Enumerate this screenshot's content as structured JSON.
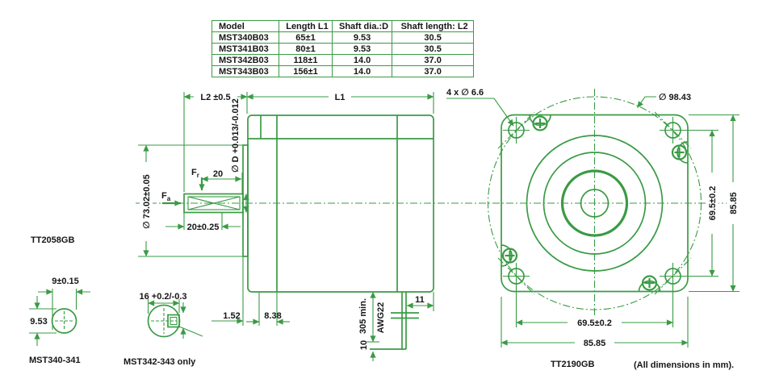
{
  "colors": {
    "line": "#3a9b45",
    "text": "#161616"
  },
  "table": {
    "headers": [
      "Model",
      "Length L1",
      "Shaft dia.:D",
      "Shaft length: L2"
    ],
    "rows": [
      [
        "MST340B03",
        "65±1",
        "9.53",
        "30.5"
      ],
      [
        "MST341B03",
        "80±1",
        "9.53",
        "30.5"
      ],
      [
        "MST342B03",
        "118±1",
        "14.0",
        "37.0"
      ],
      [
        "MST343B03",
        "156±1",
        "14.0",
        "37.0"
      ]
    ]
  },
  "side_view": {
    "code": "TT2058GB",
    "dim_l2": "L2 ±0.5",
    "dim_l1": "L1",
    "dim_body_dia": "∅ 73.02±0.05",
    "dim_shaft_dia": "∅ D +0.013/-0.012",
    "dim_flat_len": "20",
    "dim_shaft_len": "20±0.25",
    "force_radial": {
      "main": "F",
      "sub": "r"
    },
    "force_axial": {
      "main": "F",
      "sub": "a"
    },
    "dim_pilot": "1.52",
    "dim_flange": "8.38",
    "lead_length": "305 min.",
    "lead_gauge": "AWG22",
    "lead_strip": "10",
    "dim_lead_offset": "11"
  },
  "front_view": {
    "code": "TT2190GB",
    "note": "(All dimensions in mm).",
    "label_holes": "4 x ∅ 6.6",
    "label_bolt_circle": "∅ 98.43",
    "dim_hole_spacing_v": "69.5±0.2",
    "dim_height": "85.85",
    "dim_hole_spacing_h": "69.5±0.2",
    "dim_width": "85.85"
  },
  "details": {
    "shaft1": {
      "dim_flat": "9±0.15",
      "dim_dia": "9.53",
      "label": "MST340-341"
    },
    "shaft2": {
      "dim_dia_key": "16 +0.2/-0.3",
      "label": "MST342-343 only"
    }
  }
}
